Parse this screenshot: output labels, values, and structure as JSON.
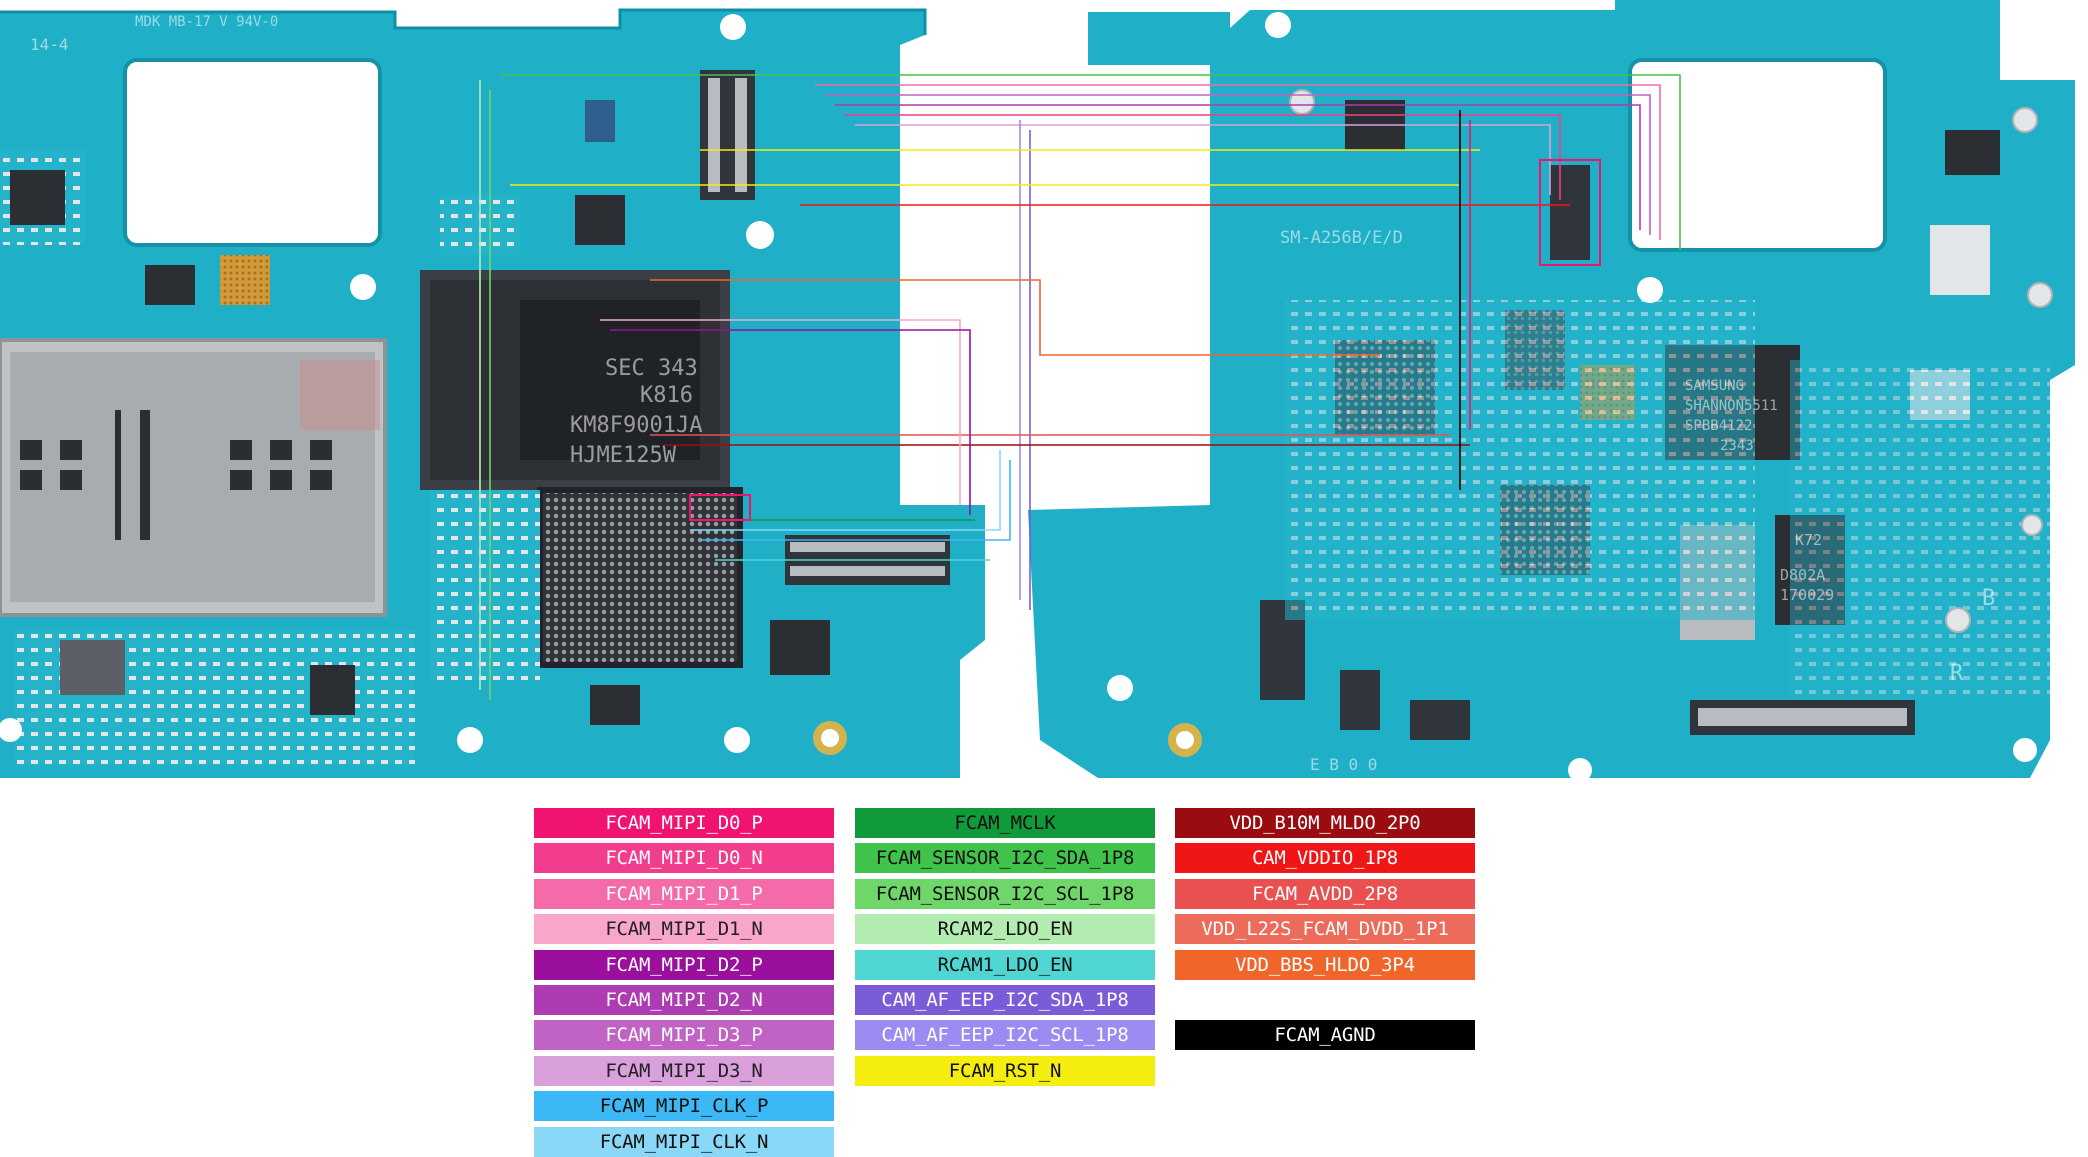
{
  "board": {
    "left_markings": [
      "14-4",
      "MDK MB-17 V 94V-0",
      "SEC 343",
      "K816",
      "KM8F9001JA",
      "HJME125W"
    ],
    "right_markings": [
      "SM-A256B/E/D",
      "SAMSUNG",
      "SHANNON5511",
      "SPBB4122",
      "2343",
      "K72",
      "D802A",
      "170029",
      "B",
      "R",
      "E B 0 0"
    ]
  },
  "legend": {
    "col1": [
      {
        "label": "FCAM_MIPI_D0_P",
        "color": "#f0136f",
        "text_color": "#ffffff"
      },
      {
        "label": "FCAM_MIPI_D0_N",
        "color": "#f23c8c",
        "text_color": "#ffffff"
      },
      {
        "label": "FCAM_MIPI_D1_P",
        "color": "#f56aa8",
        "text_color": "#ffffff"
      },
      {
        "label": "FCAM_MIPI_D1_N",
        "color": "#f8a6cc",
        "text_color": "#222222"
      },
      {
        "label": "FCAM_MIPI_D2_P",
        "color": "#9a0f9c",
        "text_color": "#ffffff"
      },
      {
        "label": "FCAM_MIPI_D2_N",
        "color": "#ad3cb2",
        "text_color": "#ffffff"
      },
      {
        "label": "FCAM_MIPI_D3_P",
        "color": "#c063c5",
        "text_color": "#ffffff"
      },
      {
        "label": "FCAM_MIPI_D3_N",
        "color": "#d9a0db",
        "text_color": "#222222"
      },
      {
        "label": "FCAM_MIPI_CLK_P",
        "color": "#3bb8f5",
        "text_color": "#111111"
      },
      {
        "label": "FCAM_MIPI_CLK_N",
        "color": "#8ad8f7",
        "text_color": "#111111"
      }
    ],
    "col2": [
      {
        "label": "FCAM_MCLK",
        "color": "#119a3a",
        "text_color": "#111111"
      },
      {
        "label": "FCAM_SENSOR_I2C_SDA_1P8",
        "color": "#3fc34a",
        "text_color": "#111111"
      },
      {
        "label": "FCAM_SENSOR_I2C_SCL_1P8",
        "color": "#6fd66a",
        "text_color": "#111111"
      },
      {
        "label": "RCAM2_LDO_EN",
        "color": "#b2ecb0",
        "text_color": "#111111"
      },
      {
        "label": "RCAM1_LDO_EN",
        "color": "#4fd6d2",
        "text_color": "#111111"
      },
      {
        "label": "CAM_AF_EEP_I2C_SDA_1P8",
        "color": "#7a5cd9",
        "text_color": "#ffffff"
      },
      {
        "label": "CAM_AF_EEP_I2C_SCL_1P8",
        "color": "#9c8cf2",
        "text_color": "#ffffff"
      },
      {
        "label": "FCAM_RST_N",
        "color": "#f5ec10",
        "text_color": "#111111"
      }
    ],
    "col3": [
      {
        "label": "VDD_B10M_MLDO_2P0",
        "color": "#9a0c10",
        "text_color": "#ffffff",
        "slot": 0
      },
      {
        "label": "CAM_VDDIO_1P8",
        "color": "#f01616",
        "text_color": "#ffffff",
        "slot": 1
      },
      {
        "label": "FCAM_AVDD_2P8",
        "color": "#ea5050",
        "text_color": "#ffffff",
        "slot": 2
      },
      {
        "label": "VDD_L22S_FCAM_DVDD_1P1",
        "color": "#ed6b5a",
        "text_color": "#ffffff",
        "slot": 3
      },
      {
        "label": "VDD_BBS_HLDO_3P4",
        "color": "#f0662a",
        "text_color": "#ffffff",
        "slot": 4
      },
      {
        "label": "FCAM_AGND",
        "color": "#000000",
        "text_color": "#ffffff",
        "slot": 6
      }
    ]
  }
}
